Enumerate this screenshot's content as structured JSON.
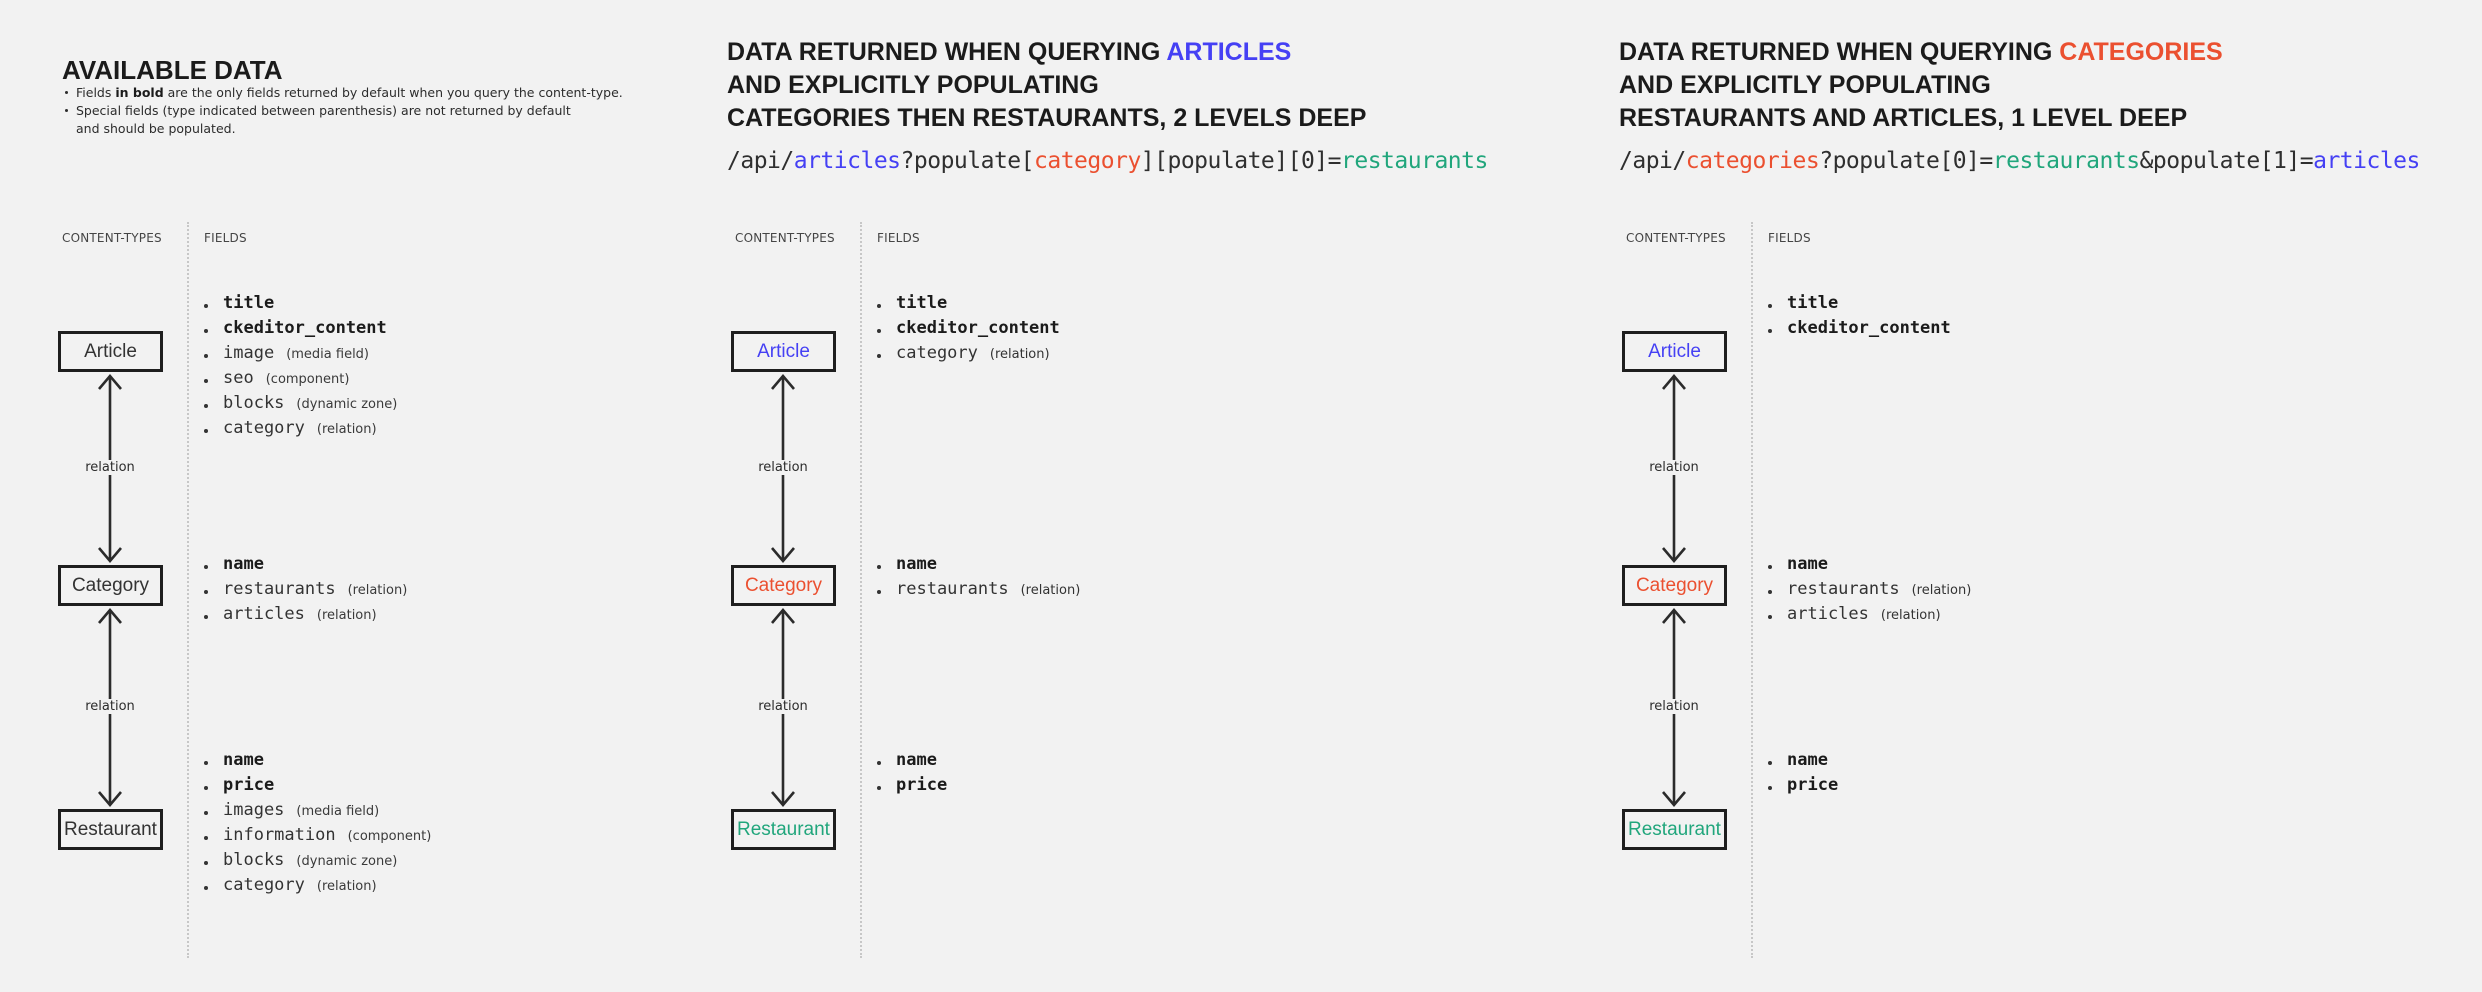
{
  "page": {
    "background": "#f2f2f2",
    "colors": {
      "blue": "#4540f4",
      "red": "#eb5030",
      "green": "#21a67c",
      "dark": "#2f2f2f"
    }
  },
  "left_panel": {
    "title": "AVAILABLE DATA",
    "notes": [
      {
        "segments": [
          {
            "t": "Fields "
          },
          {
            "t": "in bold",
            "b": 1
          },
          {
            "t": " are the only fields returned by default when you query the content-type."
          }
        ]
      },
      {
        "lines": [
          "Special fields (type indicated between parenthesis) are not returned by default",
          "and should be populated."
        ]
      }
    ]
  },
  "mid_panel": {
    "title_pre": "DATA RETURNED WHEN QUERYING ",
    "title_highlight": "ARTICLES",
    "highlight_color": "blue",
    "title_line2": "AND EXPLICITLY POPULATING",
    "title_line3": "CATEGORIES THEN RESTAURANTS, 2 LEVELS DEEP",
    "url_segments": [
      {
        "t": "/api/",
        "c": "dark"
      },
      {
        "t": "articles",
        "c": "blue"
      },
      {
        "t": "?populate[",
        "c": "dark"
      },
      {
        "t": "category",
        "c": "red"
      },
      {
        "t": "][populate][0]=",
        "c": "dark"
      },
      {
        "t": "restaurants",
        "c": "green"
      }
    ]
  },
  "right_panel": {
    "title_pre": "DATA RETURNED WHEN QUERYING ",
    "title_highlight": "CATEGORIES",
    "highlight_color": "red",
    "title_line2": "AND EXPLICITLY POPULATING",
    "title_line3": "RESTAURANTS AND ARTICLES, 1 LEVEL DEEP",
    "url_segments": [
      {
        "t": "/api/",
        "c": "dark"
      },
      {
        "t": "categories",
        "c": "red"
      },
      {
        "t": "?populate[0]=",
        "c": "dark"
      },
      {
        "t": "restaurants",
        "c": "green"
      },
      {
        "t": "&populate[1]=",
        "c": "dark"
      },
      {
        "t": "articles",
        "c": "blue"
      }
    ]
  },
  "diagrams": [
    {
      "content_types_label": "CONTENT-TYPES",
      "fields_label": "FIELDS",
      "relation_label": "relation",
      "nodes": {
        "article": {
          "label": "Article",
          "color": "dark",
          "fields": [
            {
              "name": "title",
              "b": 1,
              "c": "dark"
            },
            {
              "name": "ckeditor_content",
              "b": 1,
              "c": "dark"
            },
            {
              "name": "image",
              "type": "(media field)",
              "c": "dark"
            },
            {
              "name": "seo",
              "type": "(component)",
              "c": "dark"
            },
            {
              "name": "blocks",
              "type": "(dynamic zone)",
              "c": "dark"
            },
            {
              "name": "category",
              "type": "(relation)",
              "c": "dark"
            }
          ]
        },
        "category": {
          "label": "Category",
          "color": "dark",
          "fields": [
            {
              "name": "name",
              "b": 1,
              "c": "dark"
            },
            {
              "name": "restaurants",
              "type": "(relation)",
              "c": "dark"
            },
            {
              "name": "articles",
              "type": "(relation)",
              "c": "dark"
            }
          ]
        },
        "restaurant": {
          "label": "Restaurant",
          "color": "dark",
          "fields": [
            {
              "name": "name",
              "b": 1,
              "c": "dark"
            },
            {
              "name": "price",
              "b": 1,
              "c": "dark"
            },
            {
              "name": "images",
              "type": "(media field)",
              "c": "dark"
            },
            {
              "name": "information",
              "type": "(component)",
              "c": "dark"
            },
            {
              "name": "blocks",
              "type": "(dynamic zone)",
              "c": "dark"
            },
            {
              "name": "category",
              "type": "(relation)",
              "c": "dark"
            }
          ]
        }
      }
    },
    {
      "content_types_label": "CONTENT-TYPES",
      "fields_label": "FIELDS",
      "relation_label": "relation",
      "nodes": {
        "article": {
          "label": "Article",
          "color": "blue",
          "fields": [
            {
              "name": "title",
              "b": 1,
              "c": "dark"
            },
            {
              "name": "ckeditor_content",
              "b": 1,
              "c": "dark"
            },
            {
              "name": "category",
              "type": "(relation)",
              "c": "red"
            }
          ]
        },
        "category": {
          "label": "Category",
          "color": "red",
          "fields": [
            {
              "name": "name",
              "b": 1,
              "c": "dark"
            },
            {
              "name": "restaurants",
              "type": "(relation)",
              "c": "green"
            }
          ]
        },
        "restaurant": {
          "label": "Restaurant",
          "color": "green",
          "fields": [
            {
              "name": "name",
              "b": 1,
              "c": "dark"
            },
            {
              "name": "price",
              "b": 1,
              "c": "dark"
            }
          ]
        }
      }
    },
    {
      "content_types_label": "CONTENT-TYPES",
      "fields_label": "FIELDS",
      "relation_label": "relation",
      "nodes": {
        "article": {
          "label": "Article",
          "color": "blue",
          "fields": [
            {
              "name": "title",
              "b": 1,
              "c": "dark"
            },
            {
              "name": "ckeditor_content",
              "b": 1,
              "c": "dark"
            }
          ]
        },
        "category": {
          "label": "Category",
          "color": "red",
          "fields": [
            {
              "name": "name",
              "b": 1,
              "c": "dark"
            },
            {
              "name": "restaurants",
              "type": "(relation)",
              "c": "green"
            },
            {
              "name": "articles",
              "type": "(relation)",
              "c": "blue"
            }
          ]
        },
        "restaurant": {
          "label": "Restaurant",
          "color": "green",
          "fields": [
            {
              "name": "name",
              "b": 1,
              "c": "dark"
            },
            {
              "name": "price",
              "b": 1,
              "c": "dark"
            }
          ]
        }
      }
    }
  ]
}
